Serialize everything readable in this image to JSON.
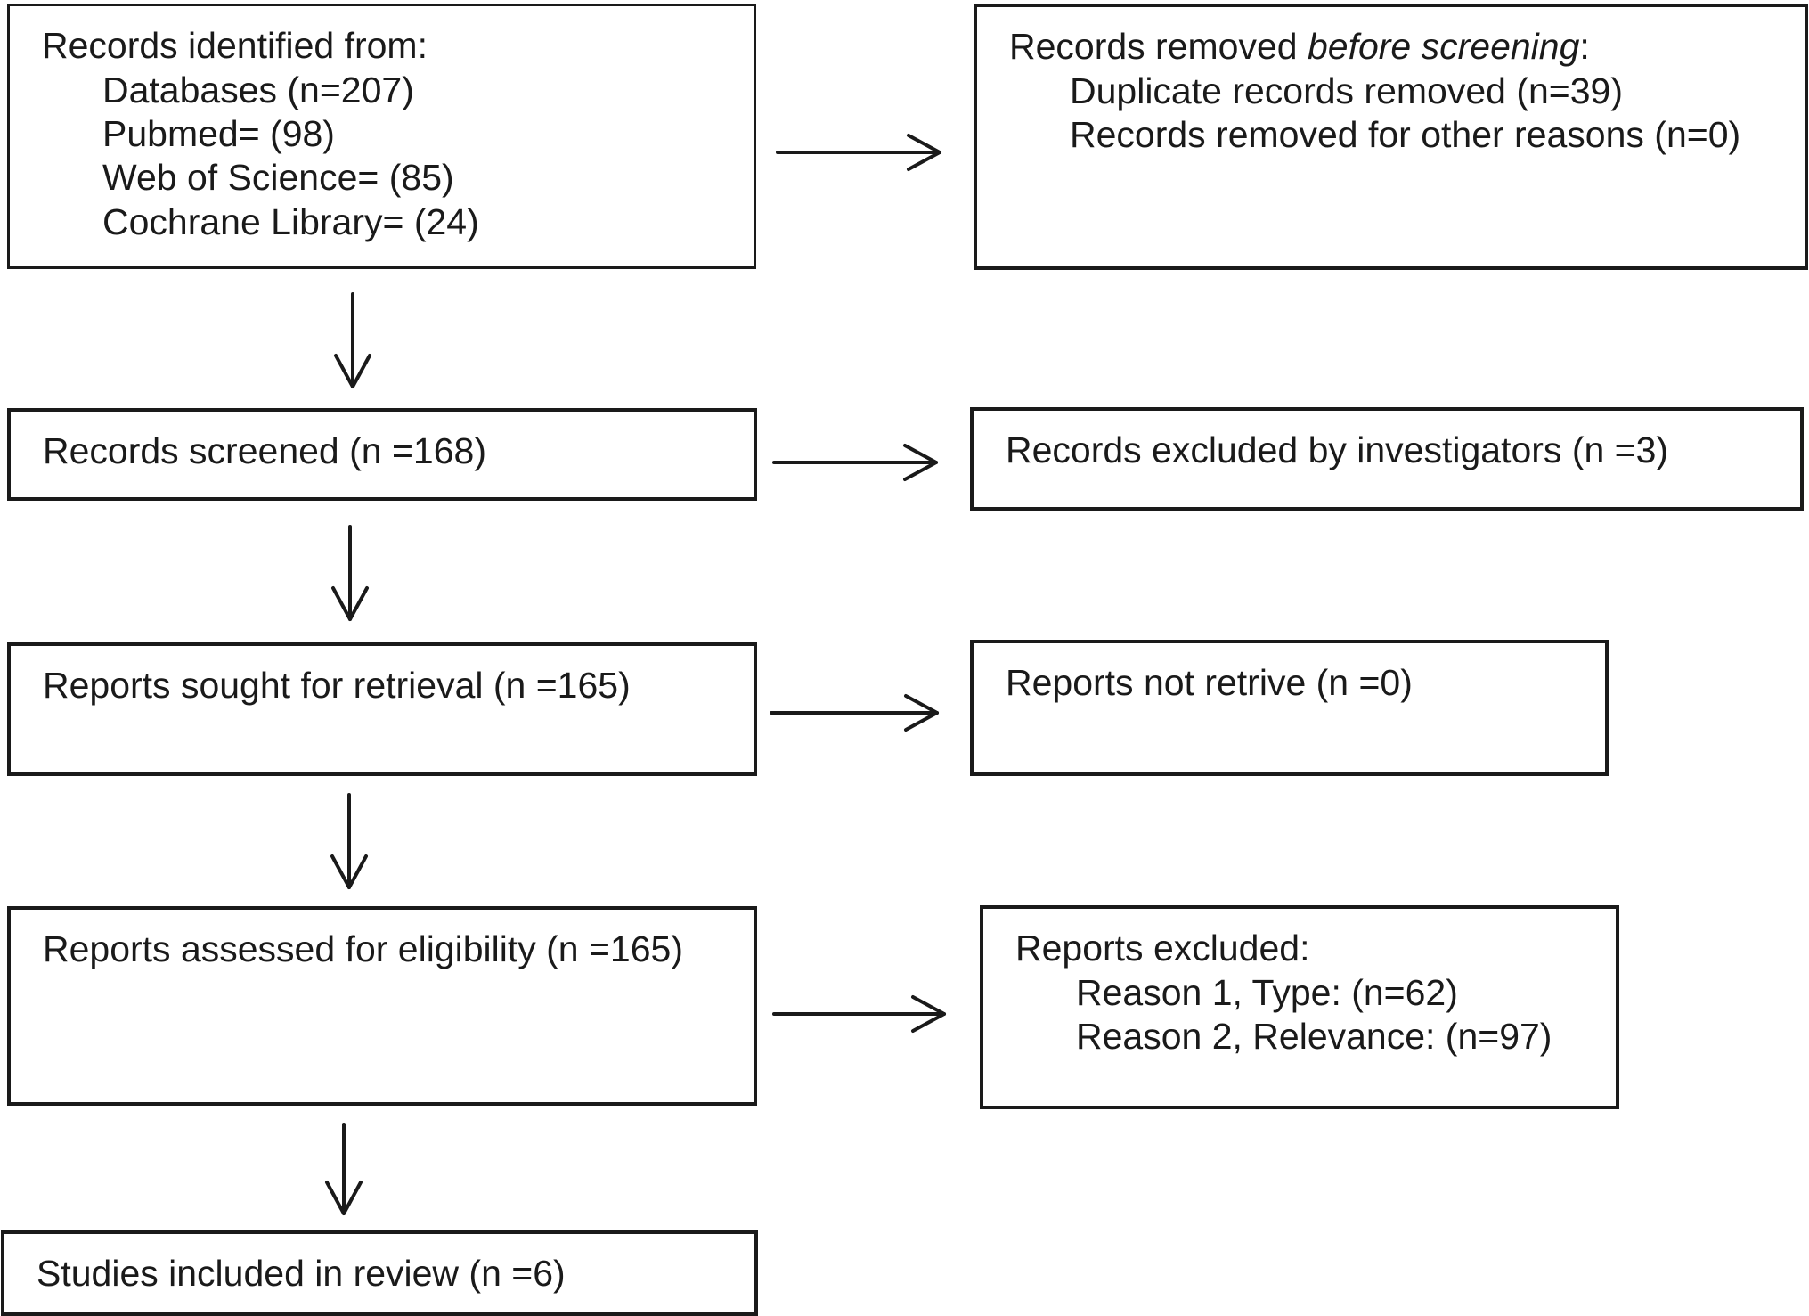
{
  "identification": {
    "heading": "Records identified from:",
    "items": [
      "Databases (n=207)",
      "Pubmed= (98)",
      "Web of Science= (85)",
      "Cochrane Library= (24)"
    ]
  },
  "removed_before_screening": {
    "heading_prefix": "Records removed ",
    "heading_italic": "before screening",
    "heading_suffix": ":",
    "items": [
      "Duplicate records removed (n=39)",
      "Records removed for other reasons (n=0)"
    ]
  },
  "screened": {
    "label": "Records screened (n =168)"
  },
  "excluded_by_investigators": {
    "label": "Records excluded by investigators (n =3)"
  },
  "sought_for_retrieval": {
    "label": "Reports sought for retrieval (n =165)"
  },
  "not_retrieved": {
    "label": "Reports not retrive (n =0)"
  },
  "assessed_for_eligibility": {
    "label": "Reports assessed for eligibility (n =165)"
  },
  "reports_excluded": {
    "heading": "Reports excluded:",
    "items": [
      "Reason 1, Type: (n=62)",
      "Reason 2, Relevance: (n=97)"
    ]
  },
  "included": {
    "label": "Studies included in review (n =6)"
  },
  "colors": {
    "ink": "#1a1a1a",
    "background": "#ffffff"
  }
}
